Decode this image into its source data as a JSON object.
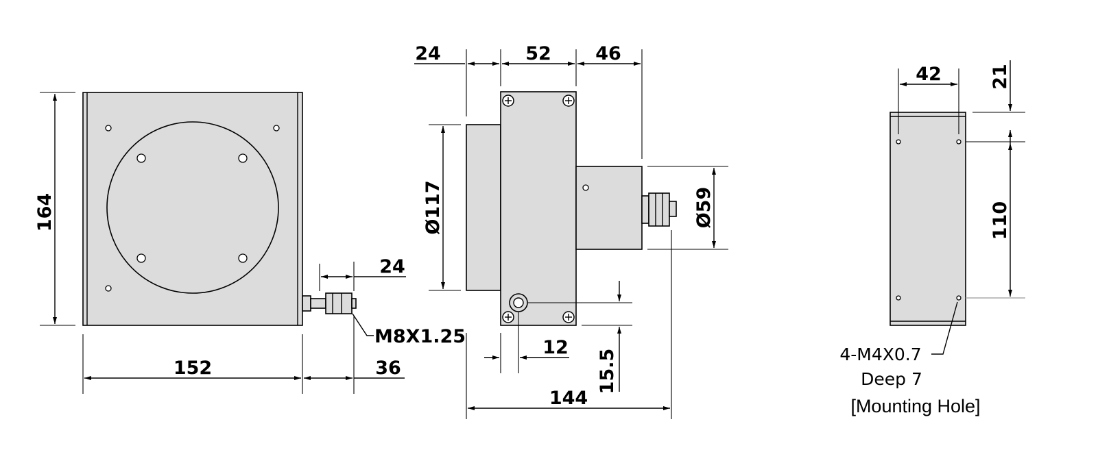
{
  "drawing": {
    "front_view": {
      "height_dim": "164",
      "width_dim": "152",
      "connector_dim": "36",
      "fitting_dim": "24",
      "thread_callout": "M8X1.25"
    },
    "side_view": {
      "top_dims": [
        "24",
        "52",
        "46"
      ],
      "drum_diameter": "Ø117",
      "hub_diameter": "Ø59",
      "hole_offset_horizontal": "12",
      "hole_offset_vertical": "15.5",
      "overall_width": "144"
    },
    "end_view": {
      "hole_spacing_width": "42",
      "top_offset": "21",
      "hole_spacing_height": "110",
      "hole_callout_line1": "4-M4X0.7",
      "hole_callout_line2": "Deep 7",
      "hole_callout_line3": "[Mounting Hole]"
    }
  }
}
